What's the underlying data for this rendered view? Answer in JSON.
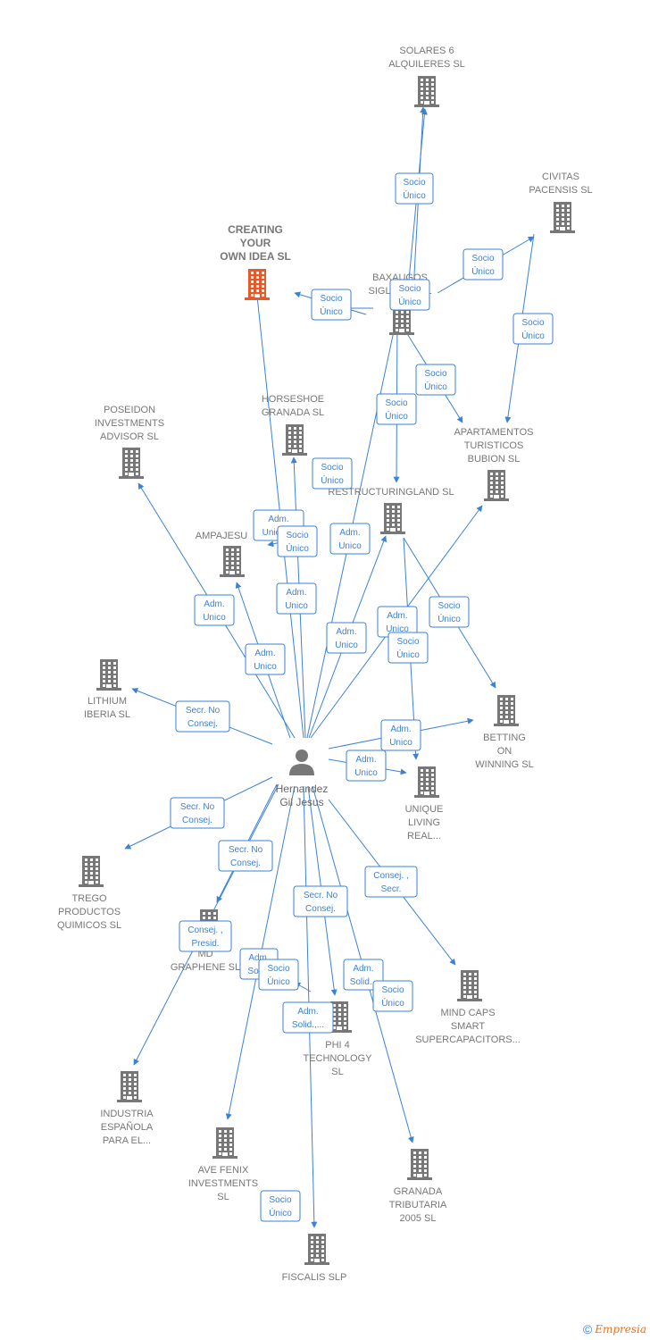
{
  "colors": {
    "edge": "#3b82d6",
    "building": "#777777",
    "building_highlight": "#e8592a",
    "person": "#777777"
  },
  "center": {
    "name_lines": [
      "Hernandez",
      "Gil Jesus"
    ],
    "icon": "person-icon"
  },
  "companies": [
    {
      "id": "solares",
      "lines": [
        "SOLARES 6",
        "ALQUILERES SL"
      ],
      "icon": "building-icon"
    },
    {
      "id": "civitas",
      "lines": [
        "CIVITAS",
        "PACENSIS  SL"
      ],
      "icon": "building-icon"
    },
    {
      "id": "creating",
      "lines": [
        "CREATING",
        "YOUR",
        "OWN IDEA  SL"
      ],
      "icon": "building-icon",
      "highlight": true
    },
    {
      "id": "baxaugos",
      "lines": [
        "BAXAUGOS",
        "SIGLO XXI SL"
      ],
      "icon": "building-icon"
    },
    {
      "id": "horseshoe",
      "lines": [
        "HORSESHOE",
        "GRANADA  SL"
      ],
      "icon": "building-icon"
    },
    {
      "id": "poseidon",
      "lines": [
        "POSEIDON",
        "INVESTMENTS",
        "ADVISOR  SL"
      ],
      "icon": "building-icon"
    },
    {
      "id": "apartamentos",
      "lines": [
        "APARTAMENTOS",
        "TURISTICOS",
        "BUBION SL"
      ],
      "icon": "building-icon"
    },
    {
      "id": "restructuring",
      "lines": [
        "RESTRUCTURINGLAND SL"
      ],
      "icon": "building-icon"
    },
    {
      "id": "ampajesu",
      "lines": [
        "AMPAJESU"
      ],
      "icon": "building-icon"
    },
    {
      "id": "lithium",
      "lines": [
        "LITHIUM",
        "IBERIA  SL"
      ],
      "icon": "building-icon"
    },
    {
      "id": "betting",
      "lines": [
        "BETTING",
        "ON",
        "WINNING  SL"
      ],
      "icon": "building-icon"
    },
    {
      "id": "unique",
      "lines": [
        "UNIQUE",
        "LIVING",
        "REAL..."
      ],
      "icon": "building-icon"
    },
    {
      "id": "trego",
      "lines": [
        "TREGO",
        "PRODUCTOS",
        "QUIMICOS  SL"
      ],
      "icon": "building-icon"
    },
    {
      "id": "md",
      "lines": [
        "MD",
        "GRAPHENE  SL"
      ],
      "icon": "building-icon"
    },
    {
      "id": "mindcaps",
      "lines": [
        "MIND CAPS",
        "SMART",
        "SUPERCAPACITORS..."
      ],
      "icon": "building-icon"
    },
    {
      "id": "phi4",
      "lines": [
        "PHI 4",
        "TECHNOLOGY",
        "SL"
      ],
      "icon": "building-icon"
    },
    {
      "id": "industria",
      "lines": [
        "INDUSTRIA",
        "ESPAÑOLA",
        "PARA EL..."
      ],
      "icon": "building-icon"
    },
    {
      "id": "avefenix",
      "lines": [
        "AVE FENIX",
        "INVESTMENTS",
        "SL"
      ],
      "icon": "building-icon"
    },
    {
      "id": "granada",
      "lines": [
        "GRANADA",
        "TRIBUTARIA",
        "2005 SL"
      ],
      "icon": "building-icon"
    },
    {
      "id": "fiscalis",
      "lines": [
        "FISCALIS  SLP"
      ],
      "icon": "building-icon"
    }
  ],
  "edge_labels": [
    {
      "id": "e-solares",
      "lines": [
        "Socio",
        "Único"
      ]
    },
    {
      "id": "e-civitas",
      "lines": [
        "Socio",
        "Único"
      ]
    },
    {
      "id": "e-creating",
      "lines": [
        "Socio",
        "Único"
      ]
    },
    {
      "id": "e-baxaugos",
      "lines": [
        "Socio",
        "Único"
      ]
    },
    {
      "id": "e-civ-apart",
      "lines": [
        "Socio",
        "Único"
      ]
    },
    {
      "id": "e-bax-apart",
      "lines": [
        "Socio",
        "Único"
      ]
    },
    {
      "id": "e-bax-restr",
      "lines": [
        "Socio",
        "Único"
      ]
    },
    {
      "id": "e-horse-bax",
      "lines": [
        "Socio",
        "Único"
      ]
    },
    {
      "id": "e-adm-unico-1",
      "lines": [
        "Adm.",
        "Unico,..."
      ]
    },
    {
      "id": "e-socio-amp",
      "lines": [
        "Socio",
        "Único"
      ]
    },
    {
      "id": "e-restr-adm",
      "lines": [
        "Adm.",
        "Unico"
      ]
    },
    {
      "id": "e-horse-adm",
      "lines": [
        "Adm.",
        "Unico"
      ]
    },
    {
      "id": "e-poseidon",
      "lines": [
        "Adm.",
        "Unico"
      ]
    },
    {
      "id": "e-ampajesu",
      "lines": [
        "Adm.",
        "Unico"
      ]
    },
    {
      "id": "e-restr-adm2",
      "lines": [
        "Adm.",
        "Unico"
      ]
    },
    {
      "id": "e-apart-adm",
      "lines": [
        "Adm.",
        "Unico"
      ]
    },
    {
      "id": "e-restr-betting",
      "lines": [
        "Socio",
        "Único"
      ]
    },
    {
      "id": "e-restr-unique",
      "lines": [
        "Socio",
        "Único"
      ]
    },
    {
      "id": "e-lithium",
      "lines": [
        "Secr.  No",
        "Consej."
      ]
    },
    {
      "id": "e-betting",
      "lines": [
        "Adm.",
        "Unico"
      ]
    },
    {
      "id": "e-unique",
      "lines": [
        "Adm.",
        "Unico"
      ]
    },
    {
      "id": "e-trego",
      "lines": [
        "Secr.  No",
        "Consej."
      ]
    },
    {
      "id": "e-md",
      "lines": [
        "Secr.  No",
        "Consej."
      ]
    },
    {
      "id": "e-mindcaps",
      "lines": [
        "Consej. ,",
        "Secr."
      ]
    },
    {
      "id": "e-industria",
      "lines": [
        "Consej. ,",
        "Presid."
      ]
    },
    {
      "id": "e-phi4",
      "lines": [
        "Secr.  No",
        "Consej."
      ]
    },
    {
      "id": "e-avefenix-adm",
      "lines": [
        "Adm.",
        "Soli..."
      ]
    },
    {
      "id": "e-avefenix",
      "lines": [
        "Socio",
        "Único"
      ]
    },
    {
      "id": "e-granada-adm",
      "lines": [
        "Adm.",
        "Solid..."
      ]
    },
    {
      "id": "e-granada",
      "lines": [
        "Socio",
        "Único"
      ]
    },
    {
      "id": "e-fiscalis-adm",
      "lines": [
        "Adm.",
        "Solid.,..."
      ]
    },
    {
      "id": "e-fiscalis",
      "lines": [
        "Socio",
        "Único"
      ]
    }
  ],
  "footer": {
    "copyright": "©",
    "brand": "Empresia"
  }
}
